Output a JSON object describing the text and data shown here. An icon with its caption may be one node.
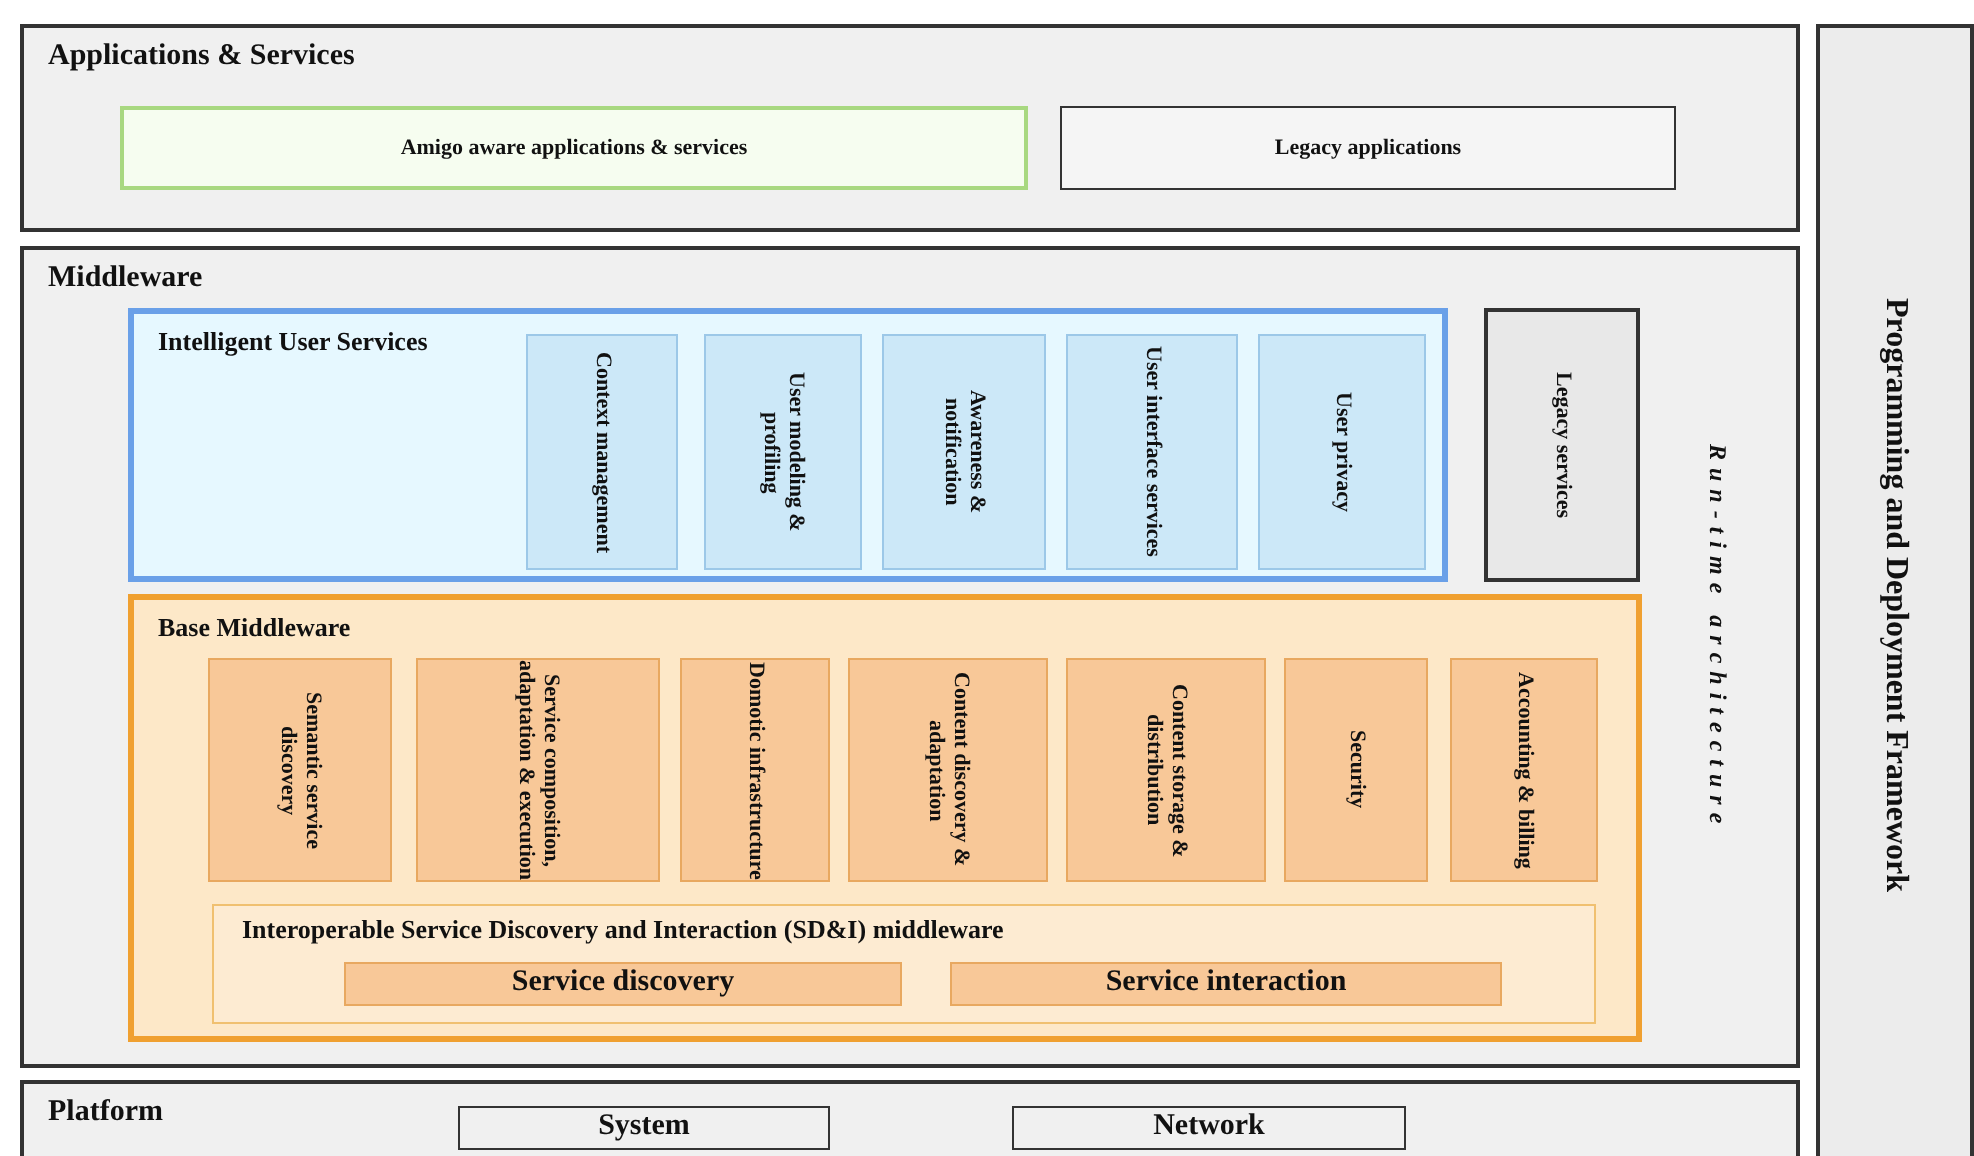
{
  "diagram": {
    "nodes": [
      {
        "text": [
          "Applications & Services"
        ]
      },
      {
        "text": [
          "Amigo aware applications & services"
        ],
        "in": 0
      },
      {
        "text": [
          "Legacy applications"
        ],
        "in": 0
      },
      {
        "text": [
          "Middleware"
        ]
      },
      {
        "text": [
          "Intelligent User Services"
        ],
        "in": 3
      },
      {
        "text": [
          "Context management"
        ],
        "in": 4
      },
      {
        "text": [
          "User modeling & profiling"
        ],
        "in": 4
      },
      {
        "text": [
          "Awareness & notification"
        ],
        "in": 4
      },
      {
        "text": [
          "User interface services"
        ],
        "in": 4
      },
      {
        "text": [
          "User privacy"
        ],
        "in": 4
      },
      {
        "text": [
          "Legacy services"
        ],
        "in": 3
      },
      {
        "text": [
          "Base Middleware"
        ],
        "in": 3
      },
      {
        "text": [
          "Semantic service discovery"
        ],
        "in": 11
      },
      {
        "text": [
          "Service composition, adaptation & execution"
        ],
        "in": 11
      },
      {
        "text": [
          "Domotic infrastructure"
        ],
        "in": 11
      },
      {
        "text": [
          "Content discovery & adaptation"
        ],
        "in": 11
      },
      {
        "text": [
          "Content storage & distribution"
        ],
        "in": 11
      },
      {
        "text": [
          "Security"
        ],
        "in": 11
      },
      {
        "text": [
          "Accounting & billing"
        ],
        "in": 11
      },
      {
        "text": [
          "Interoperable Service Discovery and Interaction (SD&I) middleware"
        ],
        "in": 11
      },
      {
        "text": [
          "Service discovery"
        ],
        "in": 19
      },
      {
        "text": [
          "Service interaction"
        ],
        "in": 19
      },
      {
        "text": [
          "Platform"
        ]
      },
      {
        "text": [
          "System"
        ],
        "in": 22
      },
      {
        "text": [
          "Network"
        ],
        "in": 22
      },
      {
        "text": [
          "Programming and Deployment Framework"
        ]
      }
    ],
    "edges": [],
    "labels": [
      "Run-time architecture"
    ]
  }
}
